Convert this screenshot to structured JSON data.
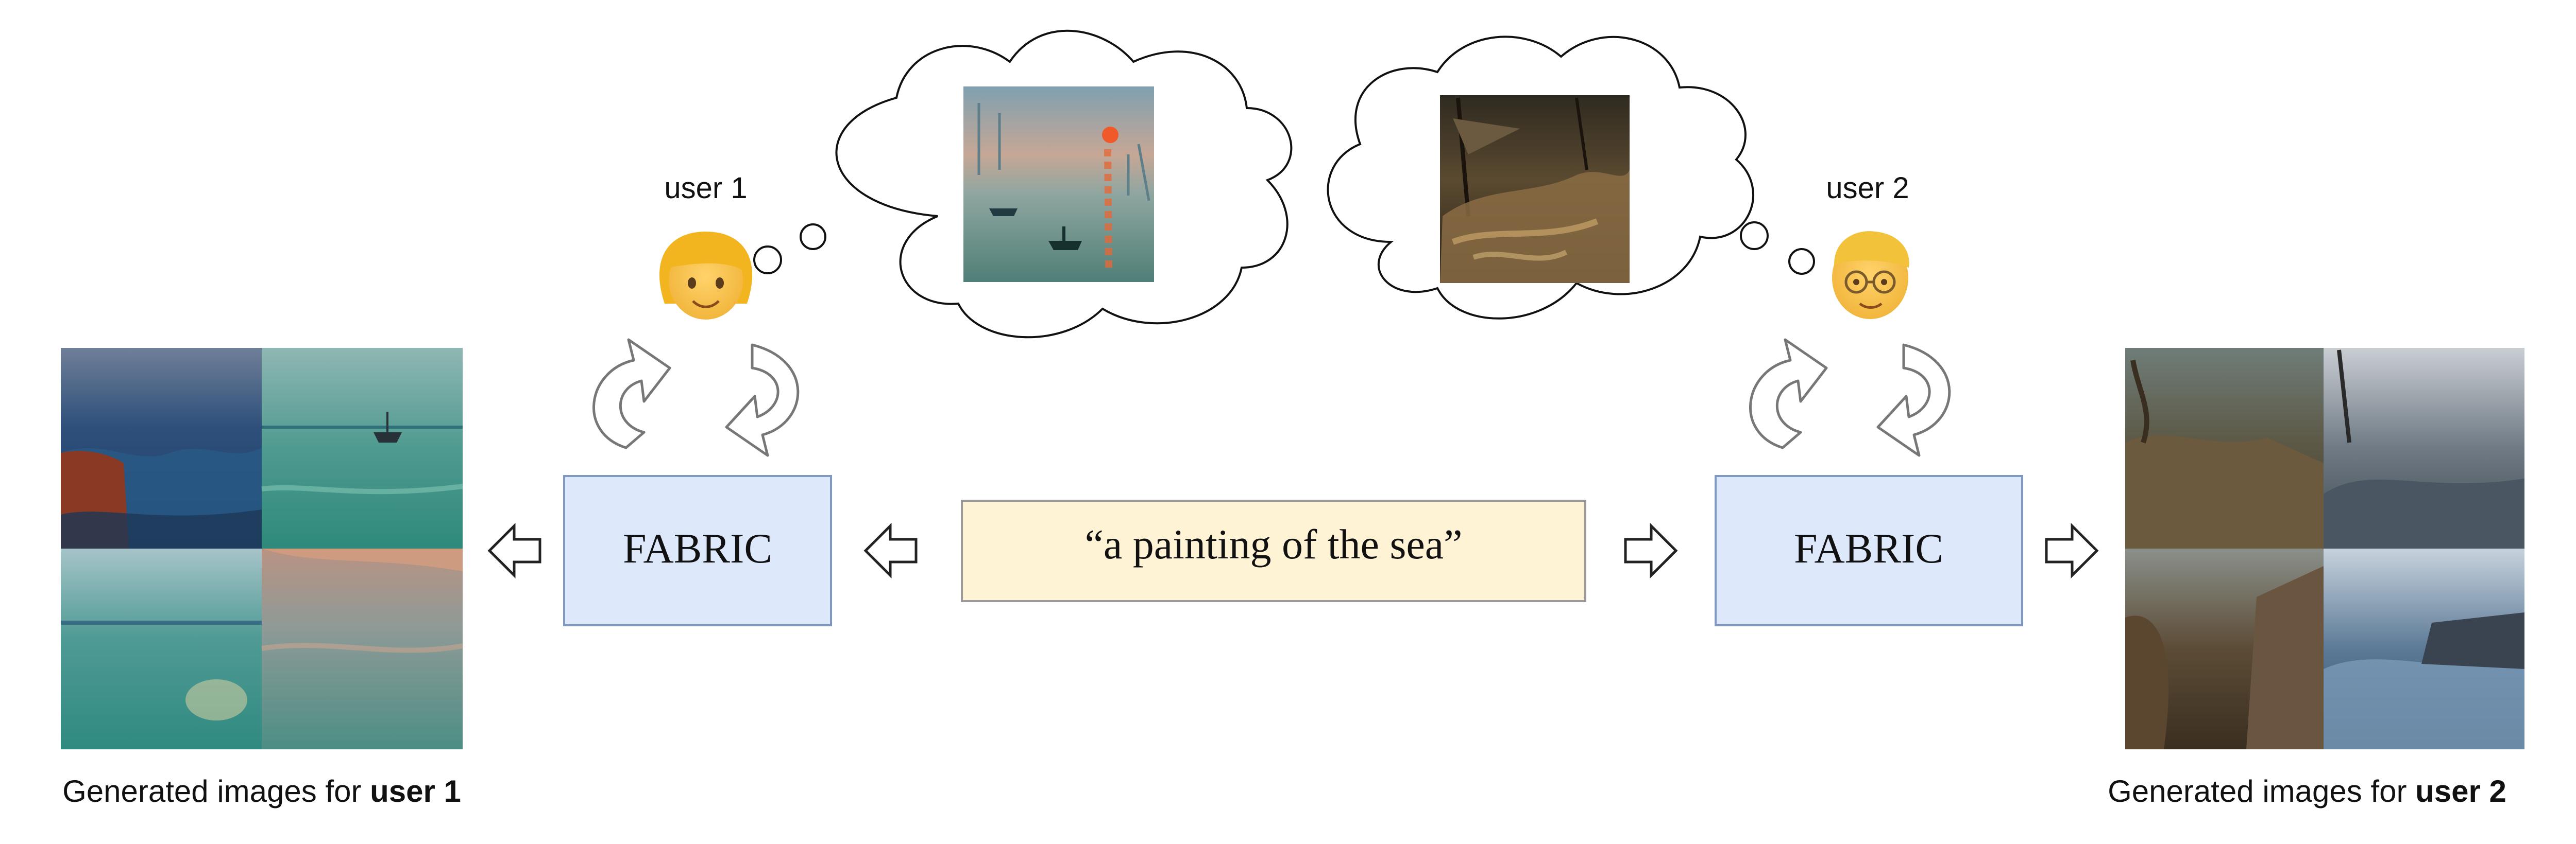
{
  "prompt": {
    "text": "“a painting of the sea”",
    "fill": "#fff3d6",
    "stroke": "#9a9a9a"
  },
  "fabric_boxes": [
    {
      "label": "FABRIC",
      "fill": "#dde9fb",
      "stroke": "#7f98c4"
    },
    {
      "label": "FABRIC",
      "fill": "#dde9fb",
      "stroke": "#7f98c4"
    }
  ],
  "users": [
    {
      "name": "user 1",
      "icon": "woman-face-icon",
      "imagined": "sunrise-harbor-painting"
    },
    {
      "name": "user 2",
      "icon": "bespectacled-face-icon",
      "imagined": "raft-shipwreck-painting"
    }
  ],
  "captions": [
    {
      "prefix": "Generated images for ",
      "user": "user 1"
    },
    {
      "prefix": "Generated images for ",
      "user": "user 2"
    }
  ],
  "icons": {
    "arrow": "hollow-arrow-icon",
    "feedback_loop": "circular-arrows-icon",
    "thought_cloud": "thought-cloud-icon"
  }
}
